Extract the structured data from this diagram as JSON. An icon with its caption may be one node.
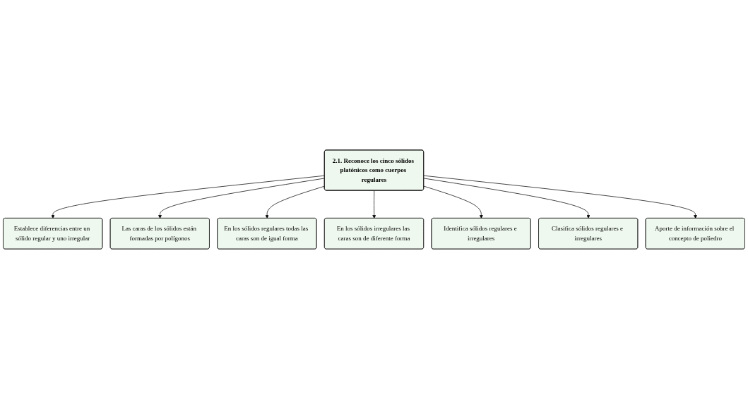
{
  "diagram": {
    "nodes": [
      {
        "text": [
          "2.1. Reconoce los cinco sólidos platónicos como cuerpos regulares"
        ]
      },
      {
        "text": [
          "Establece diferencias entre un sólido regular y uno irregular"
        ]
      },
      {
        "text": [
          "Las caras de los sólidos están formadas por polígonos"
        ]
      },
      {
        "text": [
          "En los sólidos regulares todas las caras son de igual forma"
        ]
      },
      {
        "text": [
          "En los sólidos irregulares las caras son de diferente forma"
        ]
      },
      {
        "text": [
          "Identifica sólidos regulares e irregulares"
        ]
      },
      {
        "text": [
          "Clasifica sólidos regulares e irregulares"
        ]
      },
      {
        "text": [
          "Aporte de información sobre el concepto de poliedro"
        ]
      }
    ],
    "edges": [
      {
        "from": 0,
        "to": 1,
        "arrow": "to"
      },
      {
        "from": 0,
        "to": 2,
        "arrow": "to"
      },
      {
        "from": 0,
        "to": 3,
        "arrow": "to"
      },
      {
        "from": 0,
        "to": 4,
        "arrow": "to"
      },
      {
        "from": 0,
        "to": 5,
        "arrow": "to"
      },
      {
        "from": 0,
        "to": 6,
        "arrow": "to"
      },
      {
        "from": 0,
        "to": 7,
        "arrow": "to"
      }
    ]
  }
}
